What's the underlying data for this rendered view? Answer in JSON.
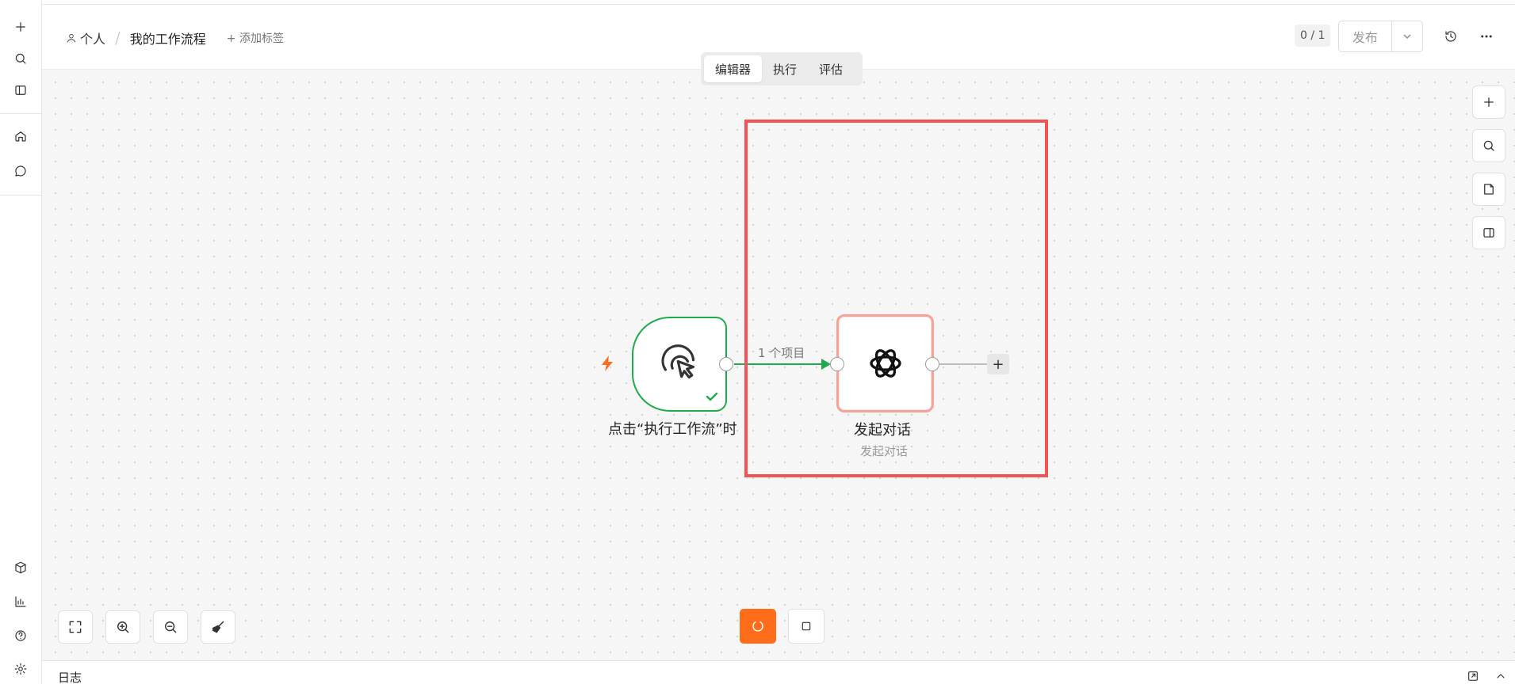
{
  "header": {
    "breadcrumb_personal": "个人",
    "breadcrumb_separator": "/",
    "workflow_title": "我的工作流程",
    "add_tag": "+ 添加标签",
    "counter": "0 / 1",
    "publish_label": "发布"
  },
  "mode_tabs": [
    {
      "label": "编辑器",
      "active": true
    },
    {
      "label": "执行",
      "active": false
    },
    {
      "label": "评估",
      "active": false
    }
  ],
  "nodes": {
    "trigger": {
      "label": "点击“执行工作流”时"
    },
    "chat": {
      "label": "发起对话",
      "subtitle": "发起对话"
    }
  },
  "edge": {
    "label": "1 个项目"
  },
  "add_node_symbol": "+",
  "logbar": {
    "label": "日志"
  },
  "colors": {
    "accent_orange": "#ff6d1a",
    "success_green": "#1faa4b",
    "highlight_red": "#f25454",
    "node_border_pink": "#f5a398"
  },
  "icons": {
    "sidebar_top": [
      "plus-icon",
      "search-icon",
      "panel-icon"
    ],
    "sidebar_nav": [
      "home-icon",
      "chat-icon"
    ],
    "sidebar_bottom": [
      "box-icon",
      "chart-icon",
      "help-icon",
      "gear-icon"
    ],
    "header": [
      "history-icon",
      "more-icon"
    ],
    "right_tools": [
      "plus-icon",
      "search-icon",
      "sticky-note-icon",
      "panel-right-icon"
    ],
    "bottom_tools": [
      "fit-view-icon",
      "zoom-in-icon",
      "zoom-out-icon",
      "broom-icon"
    ]
  }
}
